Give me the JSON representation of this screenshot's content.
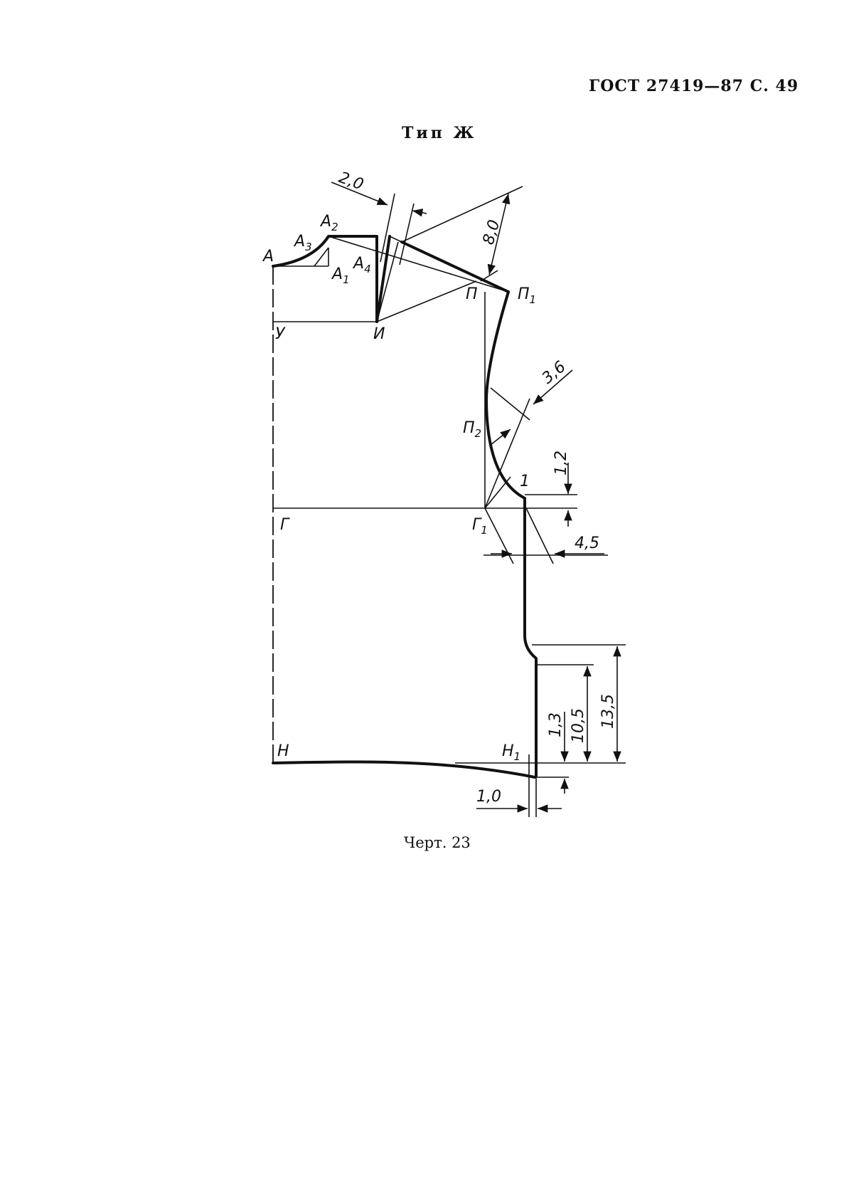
{
  "header": {
    "text": "ГОСТ 27419—87 С. 49"
  },
  "title": {
    "text": "Тип Ж"
  },
  "caption": {
    "text": "Черт. 23"
  },
  "points": {
    "A": "А",
    "A1": "А",
    "A1_sub": "1",
    "A2": "А",
    "A2_sub": "2",
    "A3": "А",
    "A3_sub": "3",
    "A4": "А",
    "A4_sub": "4",
    "P": "П",
    "P1": "П",
    "P1_sub": "1",
    "P2": "П",
    "P2_sub": "2",
    "U": "У",
    "I": "И",
    "G": "Г",
    "G1": "Г",
    "G1_sub": "1",
    "N": "Н",
    "N1": "Н",
    "N1_sub": "1",
    "one": "1"
  },
  "dimensions": {
    "d_2_0": "2,0",
    "d_8_0": "8,0",
    "d_3_6": "3,6",
    "d_1_2": "1,2",
    "d_4_5": "4,5",
    "d_13_5": "13,5",
    "d_10_5": "10,5",
    "d_1_3": "1,3",
    "d_1_0": "1,0"
  }
}
